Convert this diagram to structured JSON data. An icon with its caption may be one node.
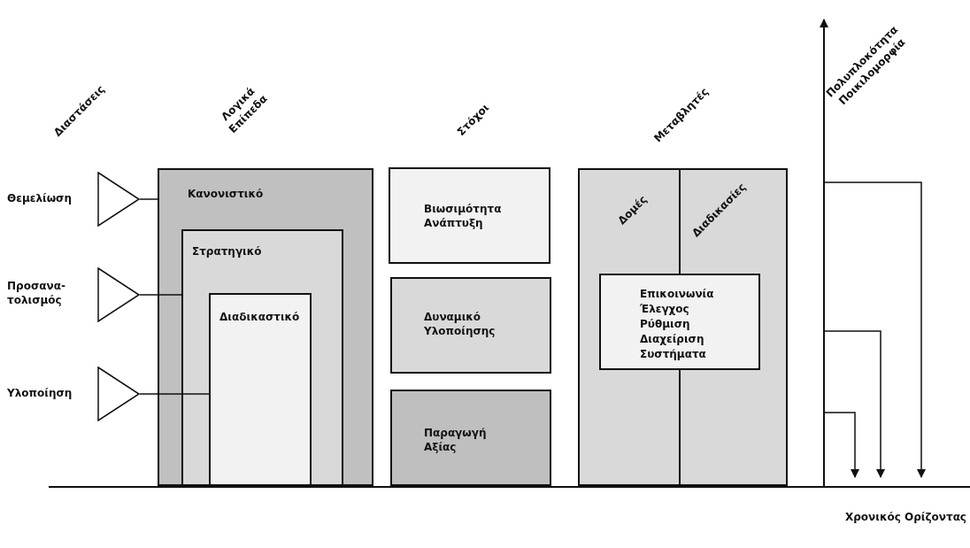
{
  "diagram": {
    "nodes": [
      {
        "text": [],
        "shape": "triangle",
        "beside": [
          "Θεμελίωση"
        ]
      },
      {
        "text": [],
        "shape": "triangle",
        "beside": [
          "Προσανα- τολισμός"
        ]
      },
      {
        "text": [],
        "shape": "triangle",
        "beside": [
          "Υλοποίηση"
        ]
      },
      {
        "text": [
          "Κανονιστικό"
        ]
      },
      {
        "text": [
          "Στρατηγικό"
        ],
        "in": 3
      },
      {
        "text": [
          "Διαδικαστικό"
        ],
        "in": 4
      },
      {
        "text": [
          "Βιωσιμότητα Ανάπτυξη"
        ]
      },
      {
        "text": [
          "Δυναμικό Υλοποίησης"
        ]
      },
      {
        "text": [
          "Παραγωγή Αξίας"
        ]
      },
      {
        "text": [
          "Δομές",
          "Διαδικασίες"
        ]
      },
      {
        "text": [
          "Επικοινωνία",
          "Έλεγχος",
          "Ρύθμιση",
          "Διαχείριση",
          "Συστήματα"
        ],
        "in": 9
      }
    ],
    "edges": [
      {
        "from": 0,
        "to": 3,
        "arrow": "none"
      },
      {
        "from": 1,
        "to": 4,
        "arrow": "none"
      },
      {
        "from": 2,
        "to": 5,
        "arrow": "none"
      }
    ],
    "labels": [
      "Διαστάσεις",
      "Λογικά Επίπεδα",
      "Στόχοι",
      "Μεταβλητές",
      "Πολυπλοκότητα Ποικιλομορφία",
      "Χρονικός Ορίζοντας"
    ]
  }
}
